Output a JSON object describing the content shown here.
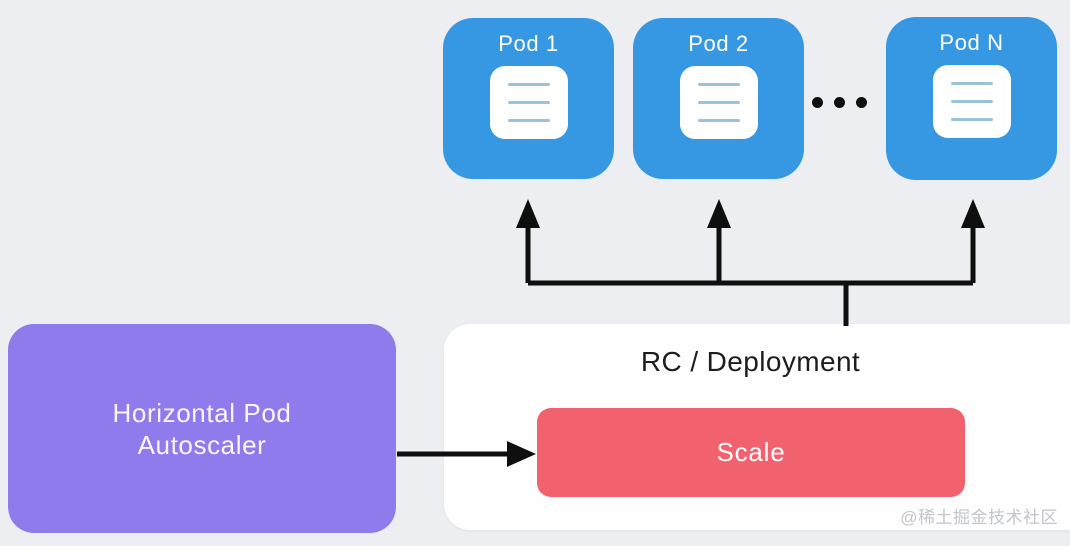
{
  "diagram": {
    "background": "#EDEEF2",
    "pods": [
      {
        "label": "Pod 1"
      },
      {
        "label": "Pod 2"
      },
      {
        "label": "Pod N"
      }
    ],
    "pod_color": "#3697E2",
    "pod_icon_line_color": "#9CC2D8",
    "ellipsis_icon": "ellipsis-icon",
    "hpa": {
      "label_line1": "Horizontal Pod",
      "label_line2": "Autoscaler",
      "color": "#8F7BEC"
    },
    "rc_deployment": {
      "title": "RC / Deployment",
      "background": "#FEFEFE",
      "scale_button": {
        "label": "Scale",
        "color": "#F2626E"
      }
    },
    "connector_color": "#0F0F0F",
    "watermark": "@稀土掘金技术社区"
  }
}
